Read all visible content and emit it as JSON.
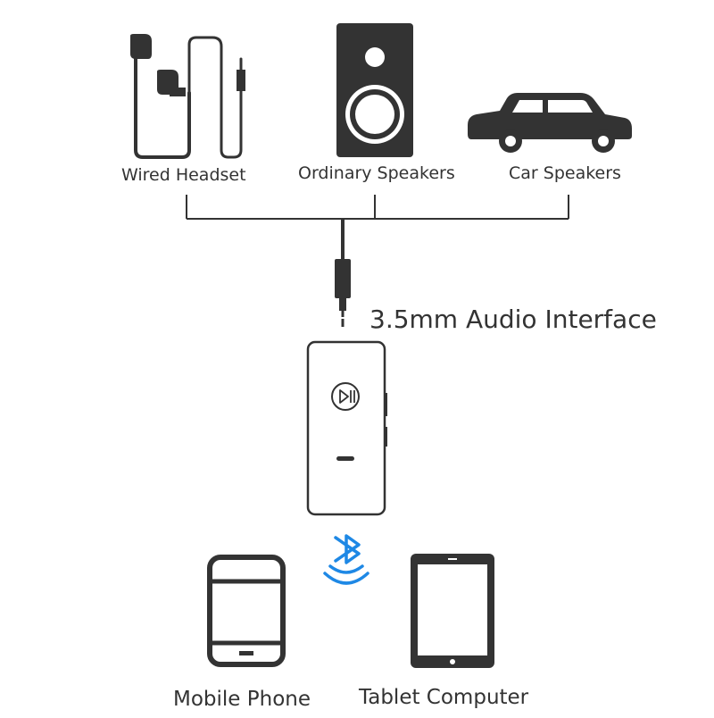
{
  "devices_top": {
    "wired_headset": "Wired Headset",
    "ordinary_speakers": "Ordinary Speakers",
    "car_speakers": "Car Speakers"
  },
  "audio_interface_label": "3.5mm Audio Interface",
  "devices_bottom": {
    "mobile_phone": "Mobile Phone",
    "tablet_computer": "Tablet Computer"
  },
  "icons": {
    "headset": "wired-headset-icon",
    "speaker": "speaker-icon",
    "car": "car-icon",
    "plug": "audio-jack-plug-icon",
    "receiver": "bluetooth-receiver-icon",
    "bluetooth": "bluetooth-signal-icon",
    "phone": "mobile-phone-icon",
    "tablet": "tablet-icon"
  },
  "colors": {
    "icon": "#333333",
    "bluetooth": "#1e88e5"
  }
}
